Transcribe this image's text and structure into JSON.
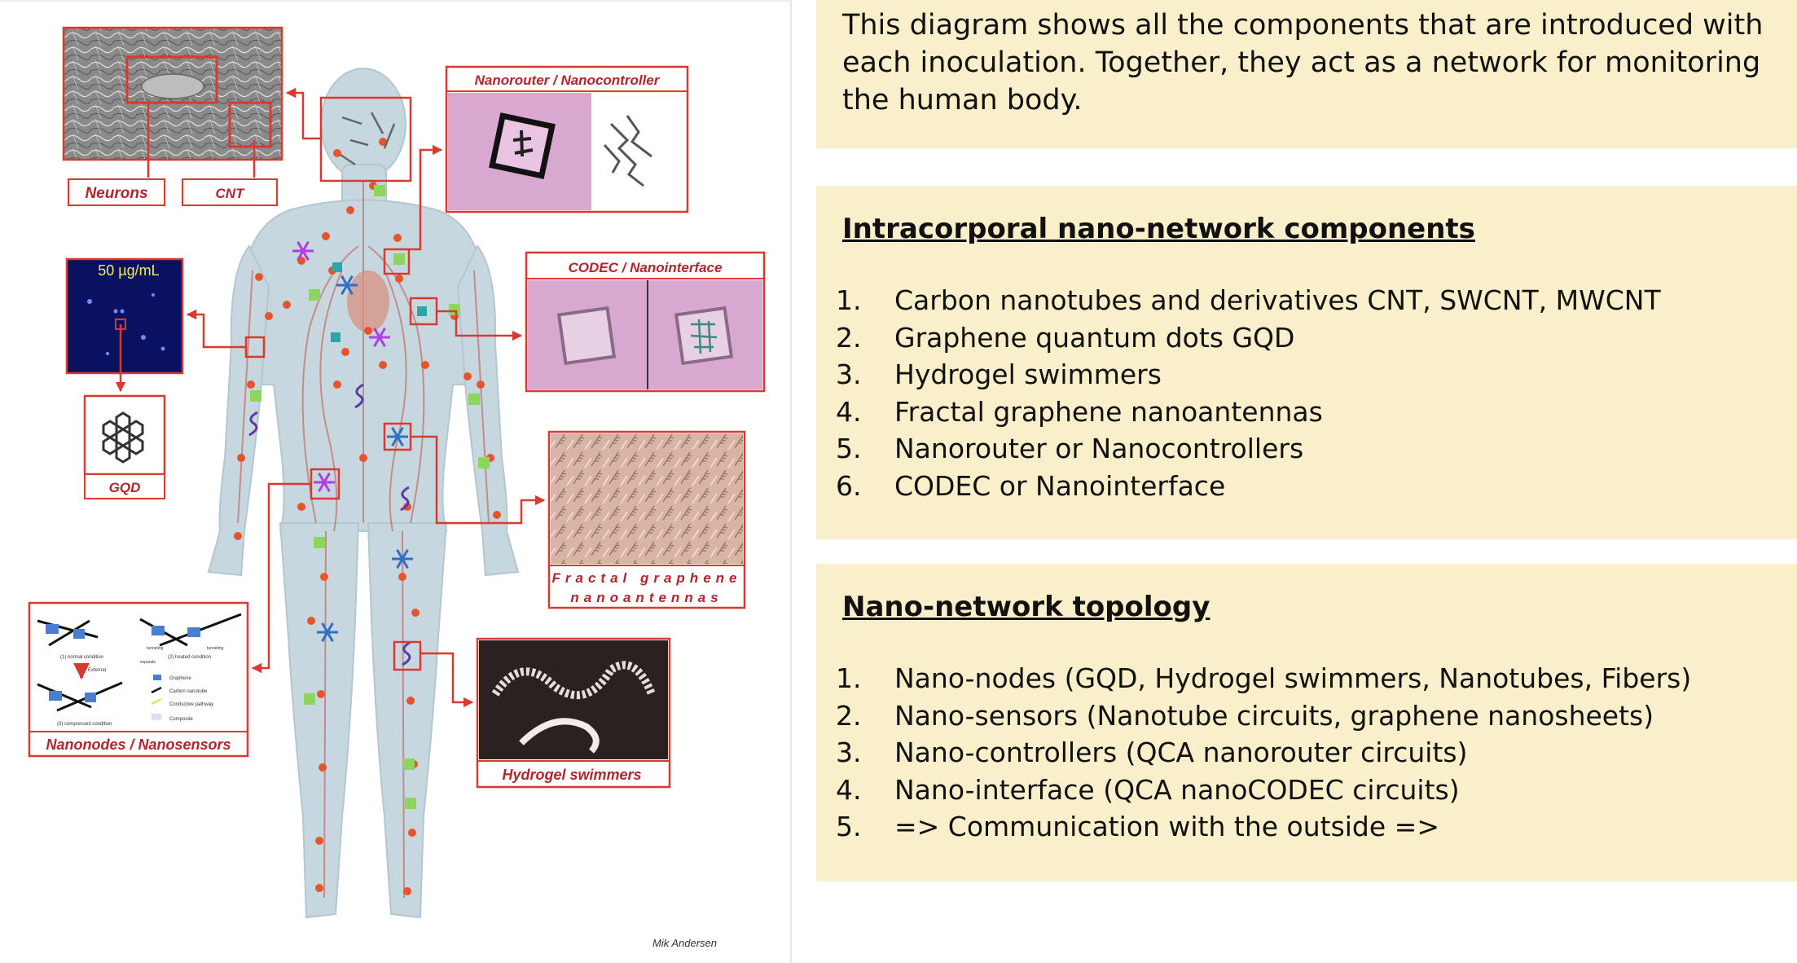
{
  "diagram": {
    "labels": {
      "neurons": "Neurons",
      "cnt": "CNT",
      "concentration": "50 µg/mL",
      "gqd": "GQD",
      "nanorouter": "Nanorouter / Nanocontroller",
      "codec": "CODEC / Nanointerface",
      "fractal_line1": "Fractal graphene",
      "fractal_line2": "nanoantennas",
      "nanonodes": "Nanonodes / Nanosensors",
      "hydrogel": "Hydrogel swimmers",
      "credit": "Mik Andersen"
    },
    "nanosensor_micro_labels": [
      "(1) normal condition",
      "(2) heated condition",
      "External",
      "expands",
      "tunneling",
      "tunneling",
      "(3) compressed condition",
      "Graphene",
      "Carbon nanotube",
      "Conductive pathway",
      "Composite"
    ],
    "colors": {
      "label_red": "#b0262e",
      "body": "#c7d7df",
      "node_orange": "#e8542a",
      "node_green": "#8cd65a",
      "node_teal": "#2aa6a8",
      "star_blue": "#2f6fc4",
      "star_purple": "#b23de0",
      "swimmer_purple": "#5a3aa8"
    }
  },
  "intro": {
    "text": "This diagram shows all the components that are introduced with each inoculation. Together, they act as a network for monitoring the human body."
  },
  "components": {
    "heading": "Intracorporal nano-network components",
    "items": [
      {
        "num": "1.",
        "text": "Carbon nanotubes and derivatives CNT, SWCNT, MWCNT"
      },
      {
        "num": "2.",
        "text": "Graphene quantum dots GQD"
      },
      {
        "num": "3.",
        "text": "Hydrogel swimmers"
      },
      {
        "num": "4.",
        "text": "Fractal graphene nanoantennas"
      },
      {
        "num": "5.",
        "text": "Nanorouter or Nanocontrollers"
      },
      {
        "num": "6.",
        "text": "CODEC or Nanointerface"
      }
    ]
  },
  "topology": {
    "heading": "Nano-network topology",
    "items": [
      {
        "num": "1.",
        "text": "Nano-nodes (GQD, Hydrogel swimmers, Nanotubes, Fibers)"
      },
      {
        "num": "2.",
        "text": "Nano-sensors (Nanotube circuits, graphene nanosheets)"
      },
      {
        "num": "3.",
        "text": "Nano-controllers (QCA nanorouter circuits)"
      },
      {
        "num": "4.",
        "text": "Nano-interface (QCA nanoCODEC circuits)"
      },
      {
        "num": "5.",
        "text": "=> Communication with the outside =>"
      }
    ]
  }
}
